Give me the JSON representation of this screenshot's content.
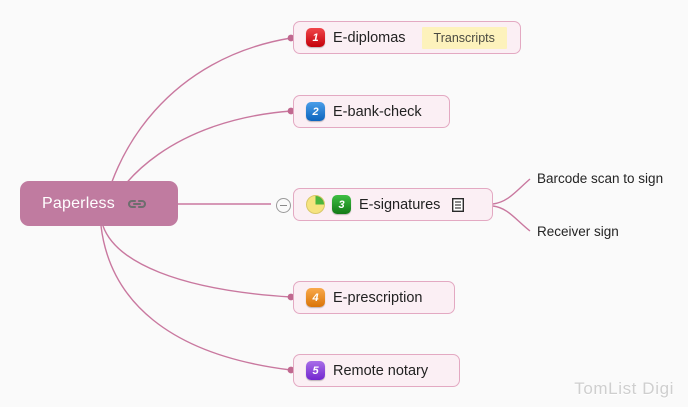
{
  "canvas": {
    "background_color": "#fafafa",
    "watermark": "TomList Digi"
  },
  "root": {
    "label": "Paperless",
    "fill_color": "#c07ba0",
    "text_color": "#ffffff",
    "icon": "link-icon"
  },
  "edge_color": "#c9789f",
  "topics": [
    {
      "id": "e-diplomas",
      "number": "1",
      "badge_color": "#d4000a",
      "label": "E-diplomas",
      "tag": "Transcripts",
      "tag_color": "#fdf2bc"
    },
    {
      "id": "e-bank-check",
      "number": "2",
      "badge_color": "#0d64bd",
      "label": "E-bank-check",
      "tag": null
    },
    {
      "id": "e-signatures",
      "number": "3",
      "badge_color": "#127a16",
      "label": "E-signatures",
      "progress_icon": "pie-progress-icon",
      "note_icon": "note-icon",
      "collapse_state": "expanded",
      "collapse_glyph": "minus"
    },
    {
      "id": "e-prescription",
      "number": "4",
      "badge_color": "#da7408",
      "label": "E-prescription",
      "tag": null
    },
    {
      "id": "remote-notary",
      "number": "5",
      "badge_color": "#7327cf",
      "label": "Remote notary",
      "tag": null
    }
  ],
  "subtopics": [
    {
      "id": "barcode-scan-to-sign",
      "label": "Barcode scan to sign",
      "parent": "e-signatures"
    },
    {
      "id": "receiver-sign",
      "label": "Receiver sign",
      "parent": "e-signatures"
    }
  ]
}
